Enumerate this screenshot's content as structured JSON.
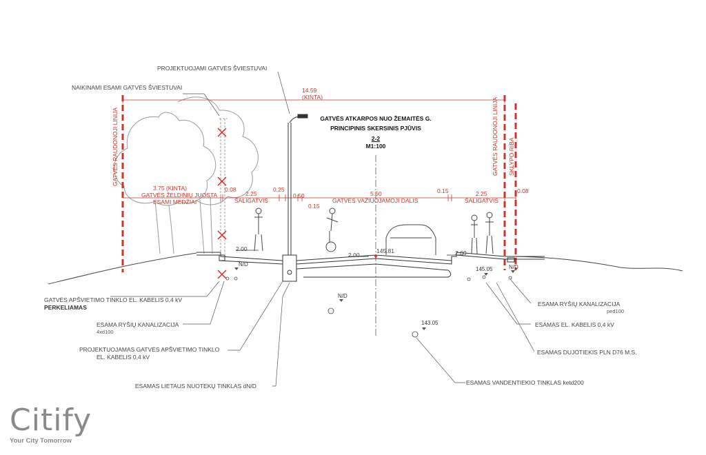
{
  "title": {
    "line1": "GATVĖS ATKARPOS NUO ŽEMAITĖS G.",
    "line2": "PRINCIPINIS SKERSINIS PJŪVIS",
    "section": "2-2",
    "scale": "M1:100"
  },
  "dimensions": {
    "total": "14.59",
    "total_note": "(KINTA)",
    "green_width": "3.75 (KINTA)",
    "green_label_1": "GATVĖS ŽELDINIŲ JUOSTA",
    "green_label_2": "ESAMI MEDŽIAI",
    "d_008_left": "0.08",
    "sidewalk_left": "2.25",
    "sidewalk_left_label": "ŠALIGATVIS",
    "d_025": "0.25",
    "d_050": "0.50",
    "d_015_left": "0.15",
    "carriageway": "5.50",
    "carriageway_label": "GATVĖS VAŽIUOJAMOJI DALIS",
    "d_015_right": "0.15",
    "sidewalk_right": "2.25",
    "sidewalk_right_label": "ŠALIGATVIS",
    "d_008_right": "0.08",
    "slope_left": "2.00",
    "slope_center": "2.00",
    "slope_right": "2.00",
    "centre_elev": "145.81"
  },
  "vertical_labels": {
    "red_line_left": "GATVĖS RAUDONOJI LINIJA",
    "red_line_right": "GATVĖS RAUDONOJI LINIJA",
    "plot_boundary": "SKLYPO RIBA"
  },
  "annotations": {
    "new_lights": "PROJEKTUOJAMI GATVĖS ŠVIESTUVAI",
    "removed_lights": "NAIKINAMI ESAMI GATVĖS ŠVIESTUVAI",
    "lighting_cable_1": "GATVĖS APŠVIETIMO TINKLO EL. KABELIS 0,4 kV",
    "lighting_cable_2": "PERKELIAMAS",
    "telecom_left_1": "ESAMA RYŠIŲ KANALIZACIJA",
    "telecom_left_2": "4xd100",
    "new_cable_1": "PROJEKTUOJAMAS GATVĖS APŠVIETIMO TINKLO",
    "new_cable_2": "EL. KABELIS 0,4 kV",
    "storm": "ESAMAS LIETAUS NUOTEKŲ TINKLAS dN/D",
    "telecom_right_1": "ESAMA RYŠIŲ KANALIZACIJA",
    "telecom_right_2": "ped100",
    "el_cable_right": "ESAMAS EL. KABELIS 0,4 kV",
    "gas": "ESAMAS DUJOTIEKIS PLN D76 M.S.",
    "water": "ESAMAS VANDENTIEKIO TINKLAS ketd200"
  },
  "elevations": {
    "nd_left": "N/D",
    "nd_mid": "N/D",
    "nd_right": "N/D",
    "e_145": "145.05",
    "e_143": "143.05"
  },
  "logo": {
    "wordmark": "Citify",
    "tagline": "Your City Tomorrow"
  },
  "colors": {
    "red_line": "#c0392b",
    "ink": "#333333",
    "tree": "#9a9a9a",
    "logo": "#8a8a8a"
  }
}
